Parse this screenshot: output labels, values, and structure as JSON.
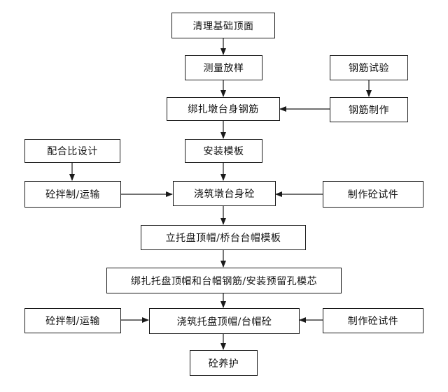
{
  "flowchart": {
    "nodes": {
      "clean_foundation": "清理基础顶面",
      "survey_layout": "测量放样",
      "rebar_test": "钢筋试验",
      "tie_pier_rebar": "绑扎墩台身钢筋",
      "rebar_fabrication": "钢筋制作",
      "mix_design": "配合比设计",
      "install_formwork": "安装模板",
      "concrete_mix_transport_1": "砼拌制/运输",
      "pour_pier_concrete": "浇筑墩台身砼",
      "make_specimens_1": "制作砼试件",
      "erect_cap_formwork": "立托盘顶帽/桥台台帽模板",
      "tie_cap_rebar": "绑扎托盘顶帽和台帽钢筋/安装预留孔模芯",
      "concrete_mix_transport_2": "砼拌制/运输",
      "pour_cap_concrete": "浇筑托盘顶帽/台帽砼",
      "make_specimens_2": "制作砼试件",
      "concrete_curing": "砼养护"
    }
  }
}
